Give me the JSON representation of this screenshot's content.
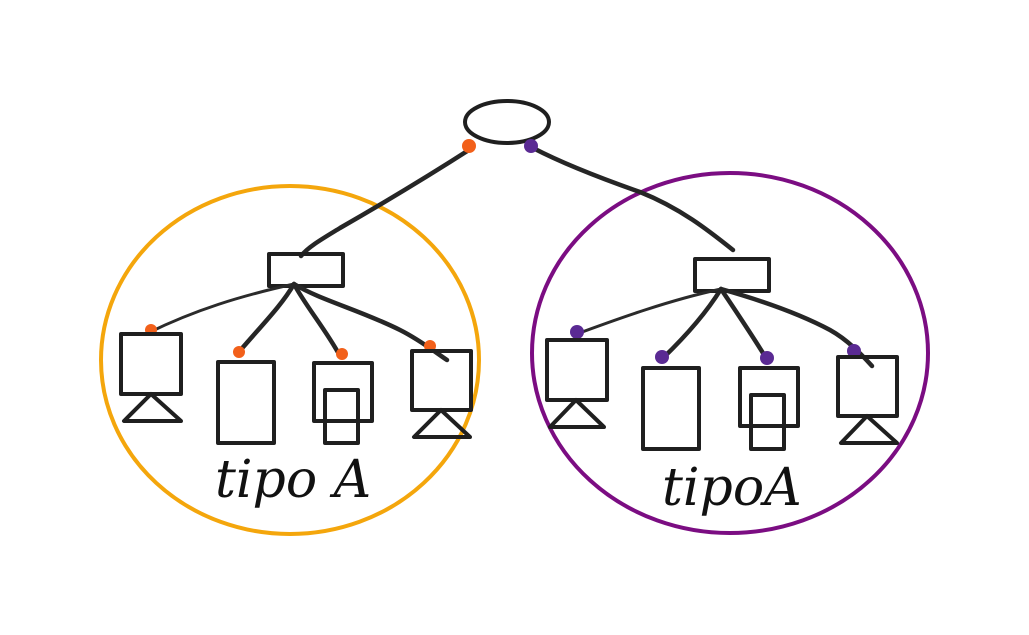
{
  "colors": {
    "ink": "#1f1f1f",
    "left_group": "#f4a60c",
    "right_group": "#7b0d82",
    "left_marker": "#f2601a",
    "right_marker": "#5a2a93"
  },
  "groups": {
    "left": {
      "label": "tipo A"
    },
    "right": {
      "label": "tipoA"
    }
  },
  "icons": {
    "root": "ellipse-node",
    "branch": "rectangle-node",
    "child_shapes": [
      "square-on-triangle",
      "tall-rectangle",
      "nested-squares",
      "square-on-triangle"
    ]
  }
}
